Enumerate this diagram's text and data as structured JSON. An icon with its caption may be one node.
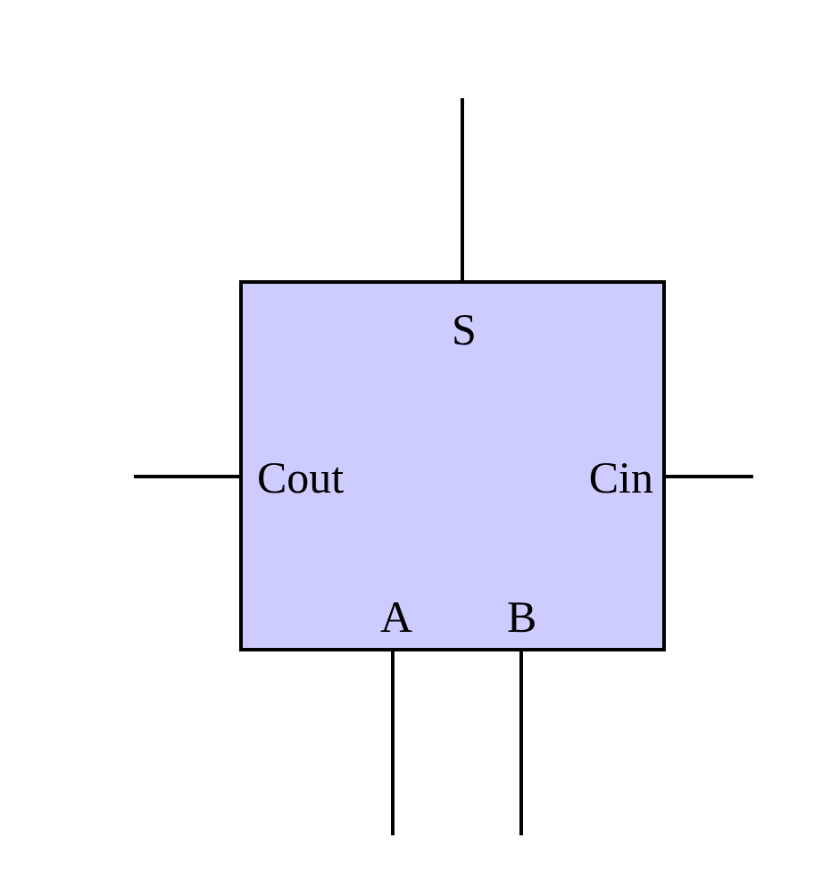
{
  "diagram": {
    "nodes": [
      {
        "text": [],
        "shape": "box"
      },
      {
        "text": [
          "S"
        ],
        "in": 0
      },
      {
        "text": [
          "Cout"
        ],
        "in": 0
      },
      {
        "text": [
          "Cin"
        ],
        "in": 0
      },
      {
        "text": [
          "A"
        ],
        "in": 0
      },
      {
        "text": [
          "B"
        ],
        "in": 0
      }
    ],
    "edges": [
      {
        "from": 1,
        "to": null,
        "arrow": "none"
      },
      {
        "from": 2,
        "to": null,
        "arrow": "none"
      },
      {
        "from": 3,
        "to": null,
        "arrow": "none"
      },
      {
        "from": 4,
        "to": null,
        "arrow": "none"
      },
      {
        "from": 5,
        "to": null,
        "arrow": "none"
      }
    ]
  }
}
